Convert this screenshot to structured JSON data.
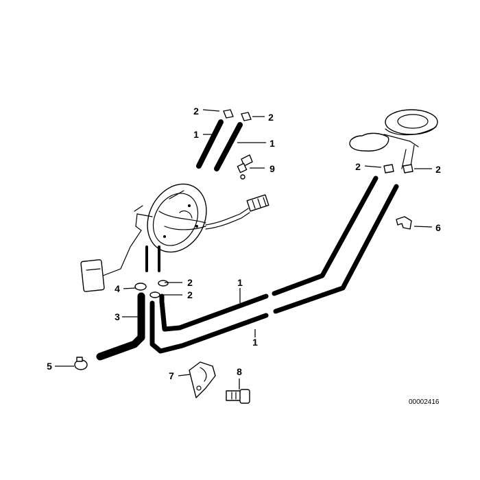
{
  "diagram": {
    "callouts": {
      "hose_top_left": "1",
      "hose_top_right": "1",
      "pipe_upper": "1",
      "pipe_lower": "1",
      "clamp_top_left": "2",
      "clamp_top_right": "2",
      "clamp_upper_right_a": "2",
      "clamp_upper_right_b": "2",
      "clamp_mid_a": "2",
      "clamp_mid_b": "2",
      "hose_short": "3",
      "clamp_collar": "4",
      "hose_clamp": "5",
      "clip": "6",
      "holder": "7",
      "bolt": "8",
      "valve": "9"
    },
    "drawing_number": "00002416"
  }
}
